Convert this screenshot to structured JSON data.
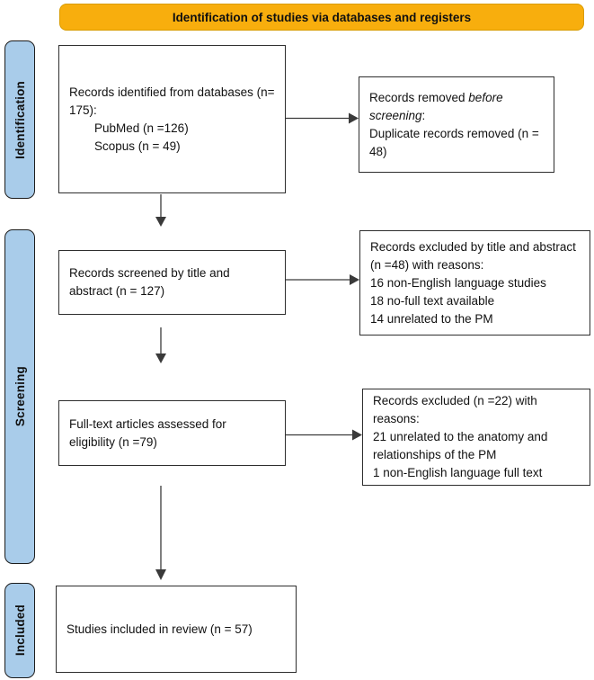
{
  "banner": {
    "title": "Identification of studies via databases and registers"
  },
  "stages": [
    {
      "label": "Identification"
    },
    {
      "label": "Screening"
    },
    {
      "label": "Included"
    }
  ],
  "flow": {
    "identified": {
      "text": "Records identified from databases (n= 175):",
      "sources": [
        "PubMed (n =126)",
        "Scopus (n = 49)"
      ]
    },
    "removed": {
      "prefix": "Records removed ",
      "italic": "before screening",
      "suffix": ":",
      "detail": "Duplicate records removed (n = 48)"
    },
    "screened": {
      "text": "Records screened by title and abstract (n = 127)"
    },
    "excluded_screening": {
      "text": "Records excluded by title and abstract (n =48) with reasons:",
      "reasons": [
        "16 non-English language studies",
        "18 no-full text available",
        "14 unrelated to the PM"
      ]
    },
    "fulltext": {
      "text": "Full-text articles assessed for eligibility (n =79)"
    },
    "excluded_fulltext": {
      "text": "Records excluded (n =22) with reasons:",
      "reasons": [
        "21 unrelated to the anatomy and relationships of the PM",
        "1 non-English language full text"
      ]
    },
    "included": {
      "text": "Studies included in review (n = 57)"
    }
  },
  "colors": {
    "header_bg": "#F8AE0D",
    "header_border": "#D99C00",
    "stage_bg": "#A9CCEA",
    "stage_border": "#1C1C1C",
    "box_border": "#2E2E2E",
    "arrow": "#3A3A3A"
  }
}
